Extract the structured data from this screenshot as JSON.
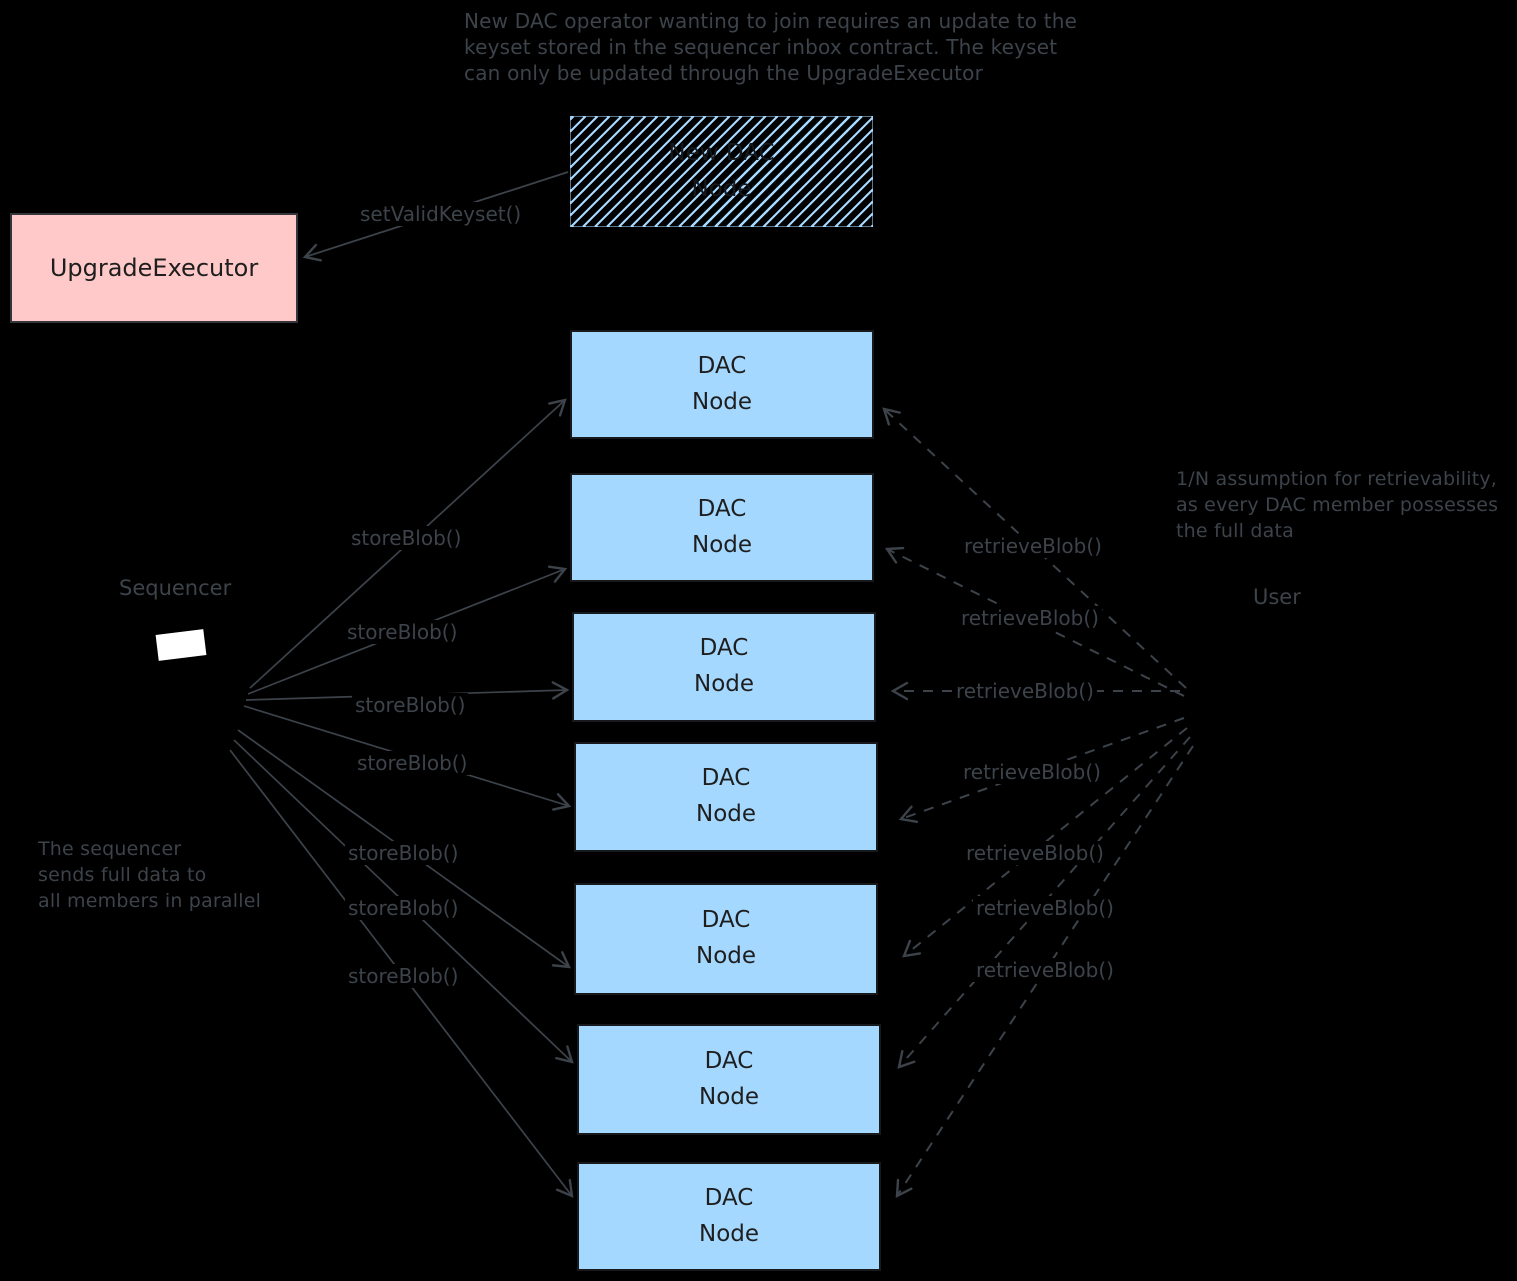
{
  "diagram": {
    "notes": {
      "top": "New DAC operator wanting to join requires an update to the\nkeyset stored in the sequencer inbox contract. The keyset\ncan only be updated through the UpgradeExecutor",
      "retrievability": "1/N assumption for retrievability,\nas every DAC member possesses\nthe full data",
      "sequencer_parallel": "The sequencer\nsends full data to\nall members in parallel"
    },
    "actors": {
      "sequencer_label": "Sequencer",
      "user_label": "User"
    },
    "boxes": {
      "upgrade_executor_label": "UpgradeExecutor",
      "new_dac_node_label": "New DAC\nNode",
      "dac_node_label": "DAC\nNode",
      "dac_node_count": 7
    },
    "edge_labels": {
      "set_valid_keyset": "setValidKeyset()",
      "store_blob": "storeBlob()",
      "retrieve_blob": "retrieveBlob()"
    },
    "colors": {
      "background": "#000000",
      "dac_node_fill": "#a5d8ff",
      "upgrade_executor_fill": "#ffc9c9",
      "stroke": "#3d434a",
      "box_text": "#1e1e1e"
    }
  }
}
